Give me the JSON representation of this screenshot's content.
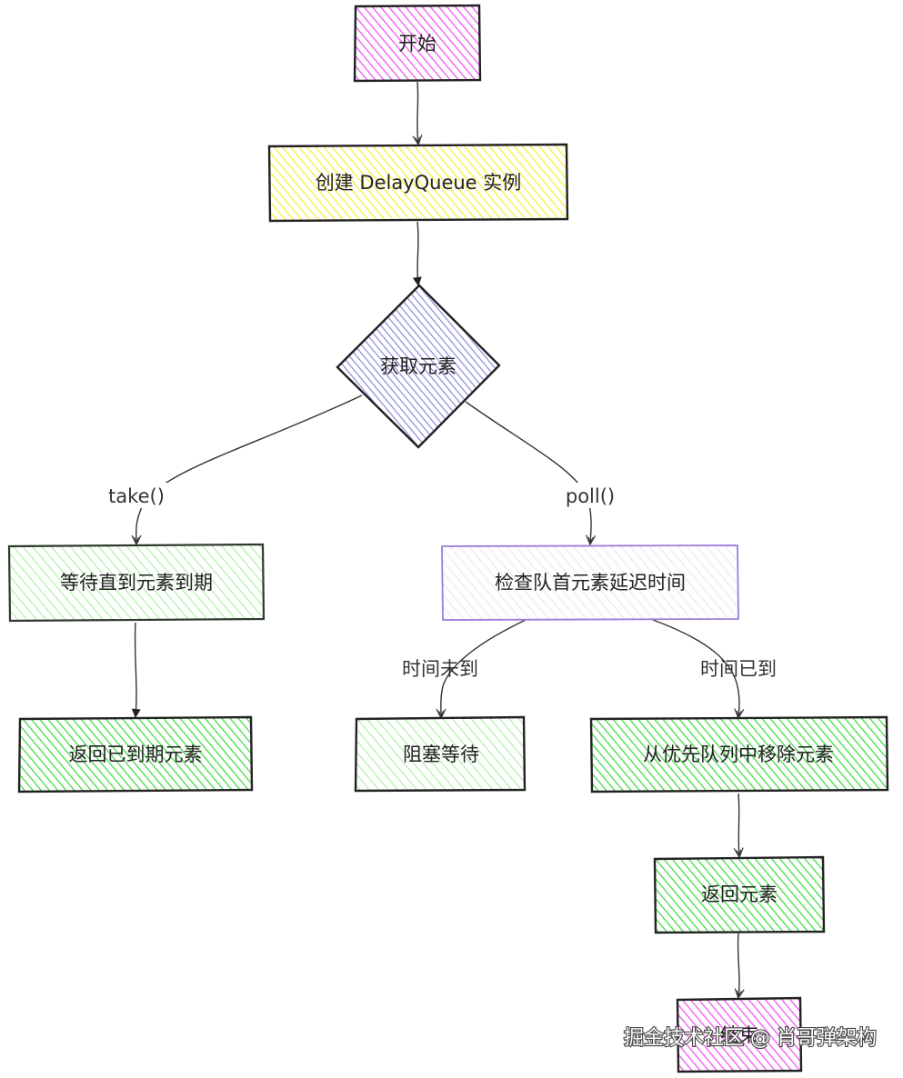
{
  "nodes": {
    "start": "开始",
    "create": "创建 DelayQueue 实例",
    "get": "获取元素",
    "wait": "等待直到元素到期",
    "return_expired": "返回已到期元素",
    "check": "检查队首元素延迟时间",
    "block": "阻塞等待",
    "remove": "从优先队列中移除元素",
    "return_element": "返回元素",
    "end": "结束"
  },
  "edges": {
    "take": "take()",
    "poll": "poll()",
    "not_due": "时间未到",
    "due": "时间已到"
  },
  "watermark": "掘金技术社区 @ 肖哥弹架构",
  "colors": {
    "magenta": "#f58cf5",
    "yellow": "#fbfb7d",
    "lavender": "#a8a8ee",
    "light_green": "#c9f7c2",
    "green": "#7ee87e",
    "pale_purple": "#e4dcf7"
  }
}
